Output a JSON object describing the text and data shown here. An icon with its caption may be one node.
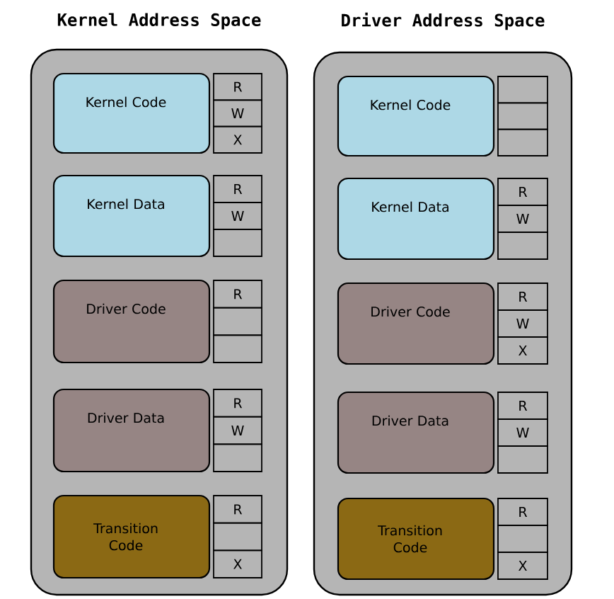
{
  "diagram": {
    "nodes": [
      {
        "text": [
          "Kernel Address Space"
        ]
      },
      {
        "text": [
          "Kernel Code"
        ],
        "in": 0
      },
      {
        "text": [
          "R"
        ],
        "in": 0
      },
      {
        "text": [
          "W"
        ],
        "in": 0
      },
      {
        "text": [
          "X"
        ],
        "in": 0
      },
      {
        "text": [
          "Kernel Data"
        ],
        "in": 0
      },
      {
        "text": [
          "R"
        ],
        "in": 0
      },
      {
        "text": [
          "W"
        ],
        "in": 0
      },
      {
        "text": [],
        "shape": "box",
        "in": 0
      },
      {
        "text": [
          "Driver Code"
        ],
        "in": 0
      },
      {
        "text": [
          "R"
        ],
        "in": 0
      },
      {
        "text": [],
        "shape": "box",
        "in": 0
      },
      {
        "text": [],
        "shape": "box",
        "in": 0
      },
      {
        "text": [
          "Driver Data"
        ],
        "in": 0
      },
      {
        "text": [
          "R"
        ],
        "in": 0
      },
      {
        "text": [
          "W"
        ],
        "in": 0
      },
      {
        "text": [],
        "shape": "box",
        "in": 0
      },
      {
        "text": [
          "Transition Code"
        ],
        "in": 0
      },
      {
        "text": [
          "R"
        ],
        "in": 0
      },
      {
        "text": [],
        "shape": "box",
        "in": 0
      },
      {
        "text": [
          "X"
        ],
        "in": 0
      },
      {
        "text": [
          "Driver Address Space"
        ]
      },
      {
        "text": [
          "Kernel Code"
        ],
        "in": 21
      },
      {
        "text": [],
        "shape": "box",
        "in": 21
      },
      {
        "text": [],
        "shape": "box",
        "in": 21
      },
      {
        "text": [],
        "shape": "box",
        "in": 21
      },
      {
        "text": [
          "Kernel Data"
        ],
        "in": 21
      },
      {
        "text": [
          "R"
        ],
        "in": 21
      },
      {
        "text": [
          "W"
        ],
        "in": 21
      },
      {
        "text": [],
        "shape": "box",
        "in": 21
      },
      {
        "text": [
          "Driver Code"
        ],
        "in": 21
      },
      {
        "text": [
          "R"
        ],
        "in": 21
      },
      {
        "text": [
          "W"
        ],
        "in": 21
      },
      {
        "text": [
          "X"
        ],
        "in": 21
      },
      {
        "text": [
          "Driver Data"
        ],
        "in": 21
      },
      {
        "text": [
          "R"
        ],
        "in": 21
      },
      {
        "text": [
          "W"
        ],
        "in": 21
      },
      {
        "text": [],
        "shape": "box",
        "in": 21
      },
      {
        "text": [
          "Transition Code"
        ],
        "in": 21
      },
      {
        "text": [
          "R"
        ],
        "in": 21
      },
      {
        "text": [],
        "shape": "box",
        "in": 21
      },
      {
        "text": [
          "X"
        ],
        "in": 21
      }
    ]
  }
}
